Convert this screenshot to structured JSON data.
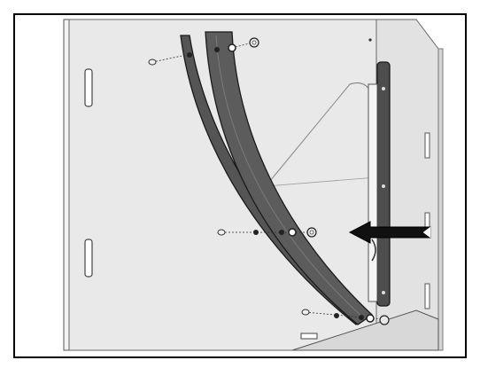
{
  "figure": {
    "subject": "assembly-illustration",
    "colors": {
      "frame": "#000000",
      "panel": "#e6e6e6",
      "panel_shadow": "#cfcfcf",
      "bracket": "#4a4a4a",
      "bracket_dark": "#2a2a2a",
      "arrow": "#111111",
      "background": "#ffffff"
    },
    "callout_arrow_direction": "left",
    "fasteners_shown": 3,
    "curved_brackets": 2,
    "vertical_brackets": 1
  }
}
